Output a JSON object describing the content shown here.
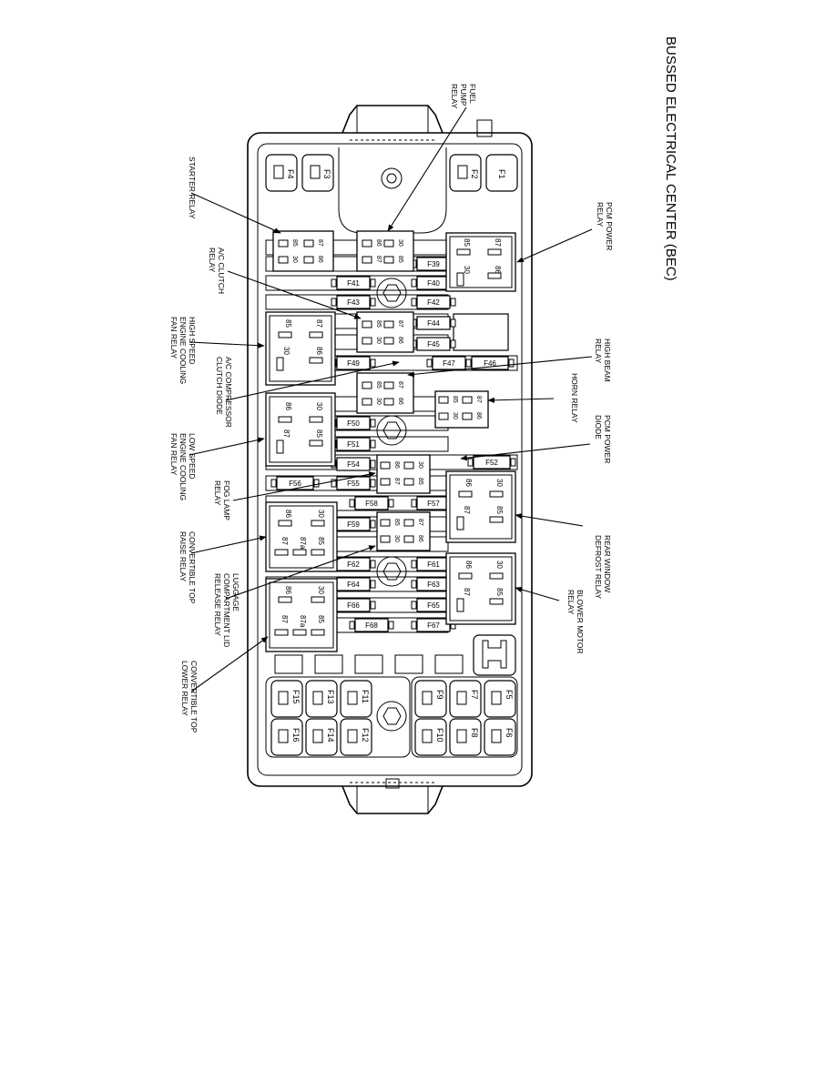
{
  "title": "BUSSED ELECTRICAL CENTER (BEC)",
  "callouts": {
    "fuel_pump_relay": [
      "FUEL",
      "PUMP",
      "RELAY"
    ],
    "starter_relay": [
      "STARTER RELAY"
    ],
    "pcm_power_relay": [
      "PCM POWER",
      "RELAY"
    ],
    "ac_clutch_relay": [
      "A/C CLUTCH",
      "RELAY"
    ],
    "high_speed_fan_relay": [
      "HIGH SPEED",
      "ENGINE COOLING",
      "FAN RELAY"
    ],
    "ac_compressor_clutch_diode": [
      "A/C COMPRESSOR",
      "CLUTCH DIODE"
    ],
    "high_beam_relay": [
      "HIGH BEAM",
      "RELAY"
    ],
    "horn_relay": [
      "HORN RELAY"
    ],
    "low_speed_fan_relay": [
      "LOW SPEED",
      "ENGINE COOLING",
      "FAN RELAY"
    ],
    "pcm_power_diode": [
      "PCM POWER",
      "DIODE"
    ],
    "fog_lamp_relay": [
      "FOG LAMP",
      "RELAY"
    ],
    "rear_window_defrost_relay": [
      "REAR WINDOW",
      "DEFROST RELAY"
    ],
    "convertible_top_raise_relay": [
      "CONVERTIBLE TOP",
      "RAISE RELAY"
    ],
    "luggage_compartment_lid_release_relay": [
      "LUGGAGE",
      "COMPARTMENT LID",
      "RELEASE RELAY"
    ],
    "blower_motor_relay": [
      "BLOWER MOTOR",
      "RELAY"
    ],
    "convertible_top_lower_relay": [
      "CONVERTIBLE TOP",
      "LOWER RELAY"
    ]
  },
  "maxi_fuses_top": [
    "F4",
    "F3",
    "F2",
    "F1"
  ],
  "mini_fuses": {
    "F39": "F39",
    "F40": "F40",
    "F41": "F41",
    "F42": "F42",
    "F43": "F43",
    "F44": "F44",
    "F45": "F45",
    "F46": "F46",
    "F47": "F47",
    "F49": "F49",
    "F50": "F50",
    "F51": "F51",
    "F52": "F52",
    "F54": "F54",
    "F55": "F55",
    "F56": "F56",
    "F57": "F57",
    "F58": "F58",
    "F59": "F59",
    "F61": "F61",
    "F62": "F62",
    "F63": "F63",
    "F64": "F64",
    "F65": "F65",
    "F66": "F66",
    "F67": "F67",
    "F68": "F68"
  },
  "maxi_fuses_bottom": {
    "left_top": [
      "F15",
      "F13",
      "F11"
    ],
    "left_bottom": [
      "F16",
      "F14",
      "F12"
    ],
    "right_top": [
      "F9",
      "F7",
      "F5"
    ],
    "right_bottom": [
      "F10",
      "F8",
      "F6"
    ]
  },
  "pin_labels": {
    "p85": "85",
    "p86": "86",
    "p87": "87",
    "p30": "30",
    "p87a": "87a"
  }
}
